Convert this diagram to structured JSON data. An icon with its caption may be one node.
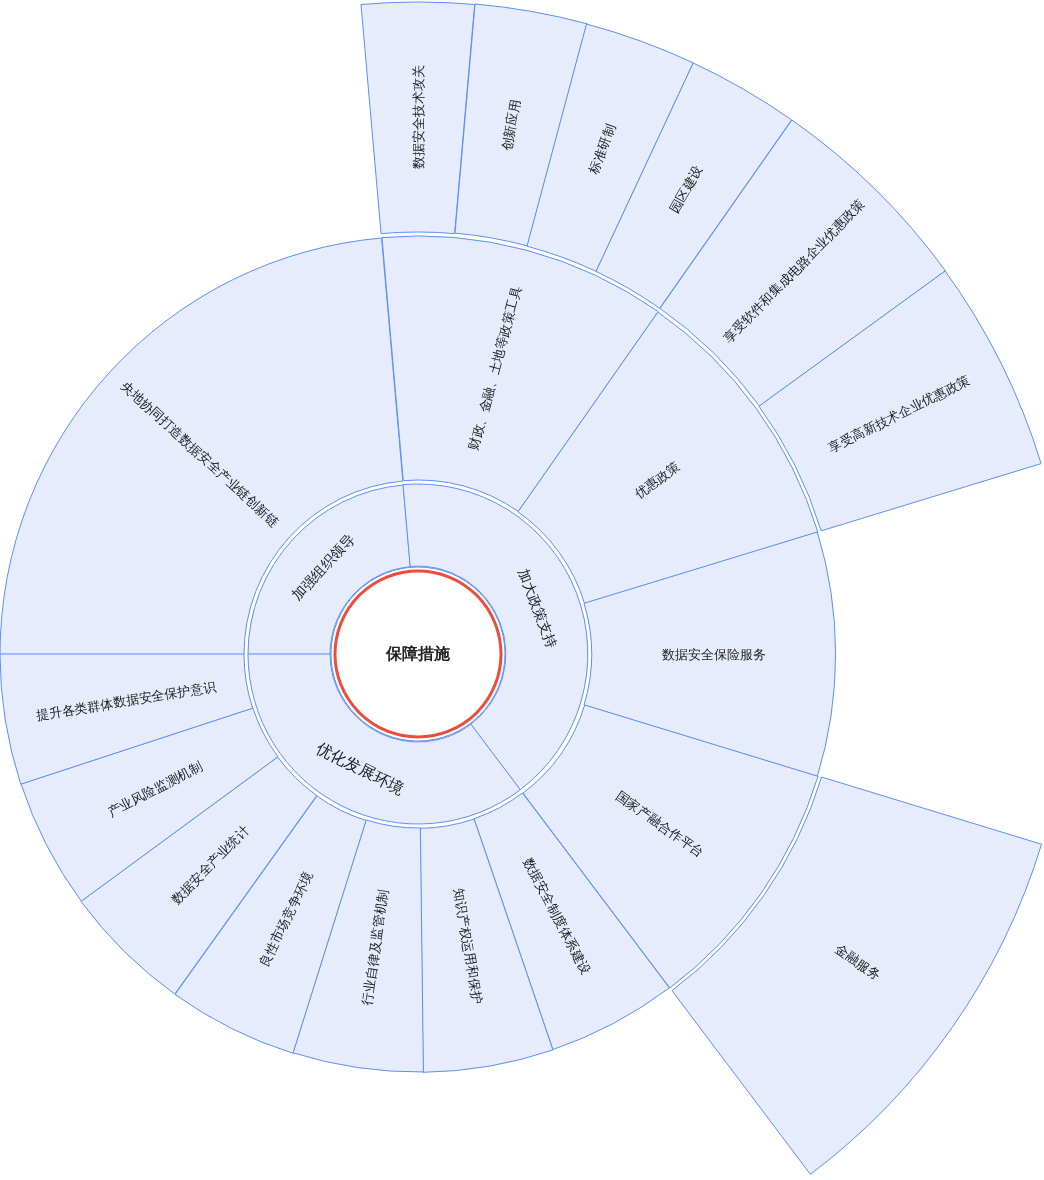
{
  "diagram": {
    "nodes": [
      {
        "text": [
          "保障措施"
        ]
      },
      {
        "text": [
          "加强组织领导"
        ]
      },
      {
        "text": [
          "央地协同打造数据安全产业链创新链"
        ]
      },
      {
        "text": [
          "加大政策支持"
        ]
      },
      {
        "text": [
          "财政、金融、土地等政策工具"
        ]
      },
      {
        "text": [
          "数据安全技术攻关"
        ]
      },
      {
        "text": [
          "创新应用"
        ]
      },
      {
        "text": [
          "标准研制"
        ]
      },
      {
        "text": [
          "园区建设"
        ]
      },
      {
        "text": [
          "优惠政策"
        ]
      },
      {
        "text": [
          "享受软件和集成电路企业优惠政策"
        ]
      },
      {
        "text": [
          "享受高新技术企业优惠政策"
        ]
      },
      {
        "text": [
          "数据安全保险服务"
        ]
      },
      {
        "text": [
          "国家产融合作平台"
        ]
      },
      {
        "text": [
          "金融服务"
        ]
      },
      {
        "text": [
          "优化发展环境"
        ]
      },
      {
        "text": [
          "数据安全制度体系建设"
        ]
      },
      {
        "text": [
          "知识产权运用和保护"
        ]
      },
      {
        "text": [
          "行业自律及监管机制"
        ]
      },
      {
        "text": [
          "良性市场竞争环境"
        ]
      },
      {
        "text": [
          "数据安全产业统计"
        ]
      },
      {
        "text": [
          "产业风险监测机制"
        ]
      },
      {
        "text": [
          "提升各类群体数据安全保护意识"
        ]
      }
    ]
  }
}
